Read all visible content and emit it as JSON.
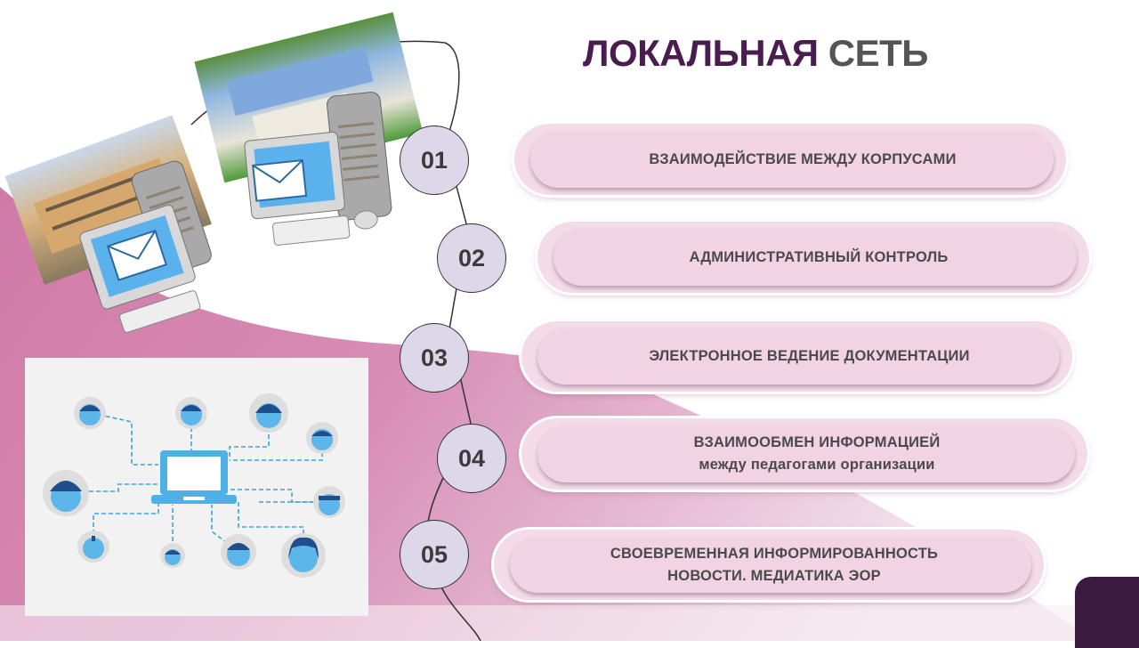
{
  "title": {
    "part1": "ЛОКАЛЬНАЯ",
    "part2": "СЕТЬ"
  },
  "colors": {
    "accent_dark": "#4a1c4f",
    "pink": "#d07aa8",
    "circle_fill": "#ddd7ea",
    "pill_fill": "#f1d3e3"
  },
  "items": [
    {
      "number": "01",
      "line1": "ВЗАИМОДЕЙСТВИЕ  МЕЖДУ КОРПУСАМИ",
      "line2": ""
    },
    {
      "number": "02",
      "line1": "АДМИНИСТРАТИВНЫЙ  КОНТРОЛЬ",
      "line2": ""
    },
    {
      "number": "03",
      "line1": "ЭЛЕКТРОННОЕ  ВЕДЕНИЕ ДОКУМЕНТАЦИИ",
      "line2": ""
    },
    {
      "number": "04",
      "line1": "ВЗАИМООБМЕН  ИНФОРМАЦИЕЙ",
      "line2": "между педагогами  организации"
    },
    {
      "number": "05",
      "line1": "СВОЕВРЕМЕННАЯ  ИНФОРМИРОВАННОСТЬ",
      "line2": "НОВОСТИ. МЕДИАТИКА ЭОР"
    }
  ]
}
